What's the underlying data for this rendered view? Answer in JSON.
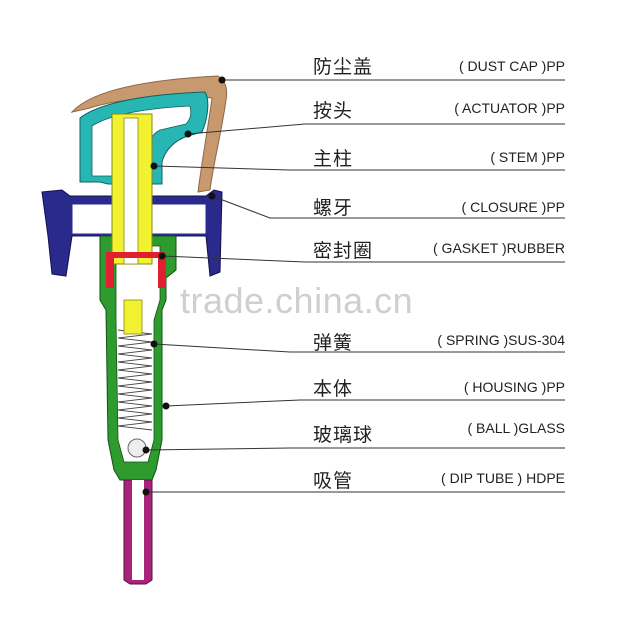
{
  "watermark": "trade.china.cn",
  "parts": [
    {
      "cn": "防尘盖",
      "en": "( DUST CAP )PP"
    },
    {
      "cn": "按头",
      "en": "( ACTUATOR )PP"
    },
    {
      "cn": "主柱",
      "en": "( STEM )PP"
    },
    {
      "cn": "螺牙",
      "en": "( CLOSURE )PP"
    },
    {
      "cn": "密封圈",
      "en": "( GASKET )RUBBER"
    },
    {
      "cn": "弹簧",
      "en": "( SPRING )SUS-304"
    },
    {
      "cn": "本体",
      "en": "( HOUSING )PP"
    },
    {
      "cn": "玻璃球",
      "en": "( BALL )GLASS"
    },
    {
      "cn": "吸管",
      "en": "( DIP TUBE ) HDPE"
    }
  ],
  "colors": {
    "dust_cap": "#c8996e",
    "actuator": "#27b6b3",
    "stem": "#f2f230",
    "closure": "#2a2a8c",
    "gasket": "#e02030",
    "housing": "#2e9b2e",
    "dip_tube": "#a8237a"
  }
}
